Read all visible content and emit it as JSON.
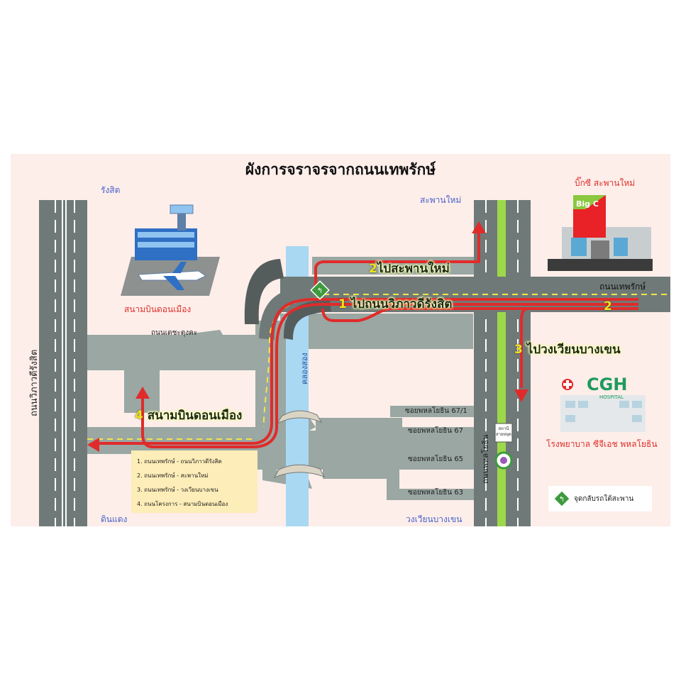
{
  "title": "ผังการจราจรจากถนนเทพรักษ์",
  "places": {
    "rangsit": "รังสิต",
    "din_daeng": "ดินแดง",
    "saphan_mai": "สะพานใหม่",
    "wongwian_bang_khen": "วงเวียนบางเขน",
    "don_mueang_airport": "สนามบินดอนเมือง",
    "big_c": "บิ๊กซี สะพานใหม่",
    "big_c_logo": "Big C",
    "cgh_logo": "CGH",
    "cgh_sub": "HOSPITAL",
    "cgh_hospital": "โรงพยาบาล ซีจีเอช พหลโยธิน"
  },
  "roads": {
    "vibhavadi": "ถนนวิภาวดีรังสิต",
    "thep_rak": "ถนนเทพรักษ์",
    "phahon": "ถนนพหลโยธิน",
    "khlong": "คลองสอง",
    "dechatungka": "ถนนเดชะตุงคะ",
    "soi_67_1": "ซอยพหลโยธิน 67/1",
    "soi_67": "ซอยพหลโยธิน 67",
    "soi_65": "ซอยพหลโยธิน 65",
    "soi_63": "ซอยพหลโยธิน 63"
  },
  "routes": [
    {
      "num": "1",
      "label": "ไปถนนวิภาวดีรังสิต"
    },
    {
      "num": "2",
      "label": "ไปสะพานใหม่"
    },
    {
      "num": "3",
      "label": "ไปวงเวียนบางเขน"
    },
    {
      "num": "4",
      "label": "สนามบินดอนเมือง"
    }
  ],
  "route2_endpoint_num": "2",
  "bus_stop": "สถานี สายหยุด",
  "legend": [
    "1. ถนนเทพรักษ์ - ถนนวิภาวดีรังสิต",
    "2. ถนนเทพรักษ์ - สะพานใหม่",
    "3. ถนนเทพรักษ์ - วงเวียนบางเขน",
    "4. ถนนโครงการ - สนามบินดอนเมือง"
  ],
  "uturn_legend": "จุดกลับรถใต้สะพาน",
  "icons": [
    "airport-icon",
    "big-c-building-icon",
    "cgh-hospital-icon",
    "u-turn-icon",
    "bridge-icon"
  ],
  "colors": {
    "background": "#fdeeea",
    "road": "#9aa7a3",
    "main_road": "#6f7a78",
    "route": "#e02b2b",
    "canal": "#a9d8f2",
    "median": "#9dd84a",
    "center_line": "#f2e54a"
  }
}
